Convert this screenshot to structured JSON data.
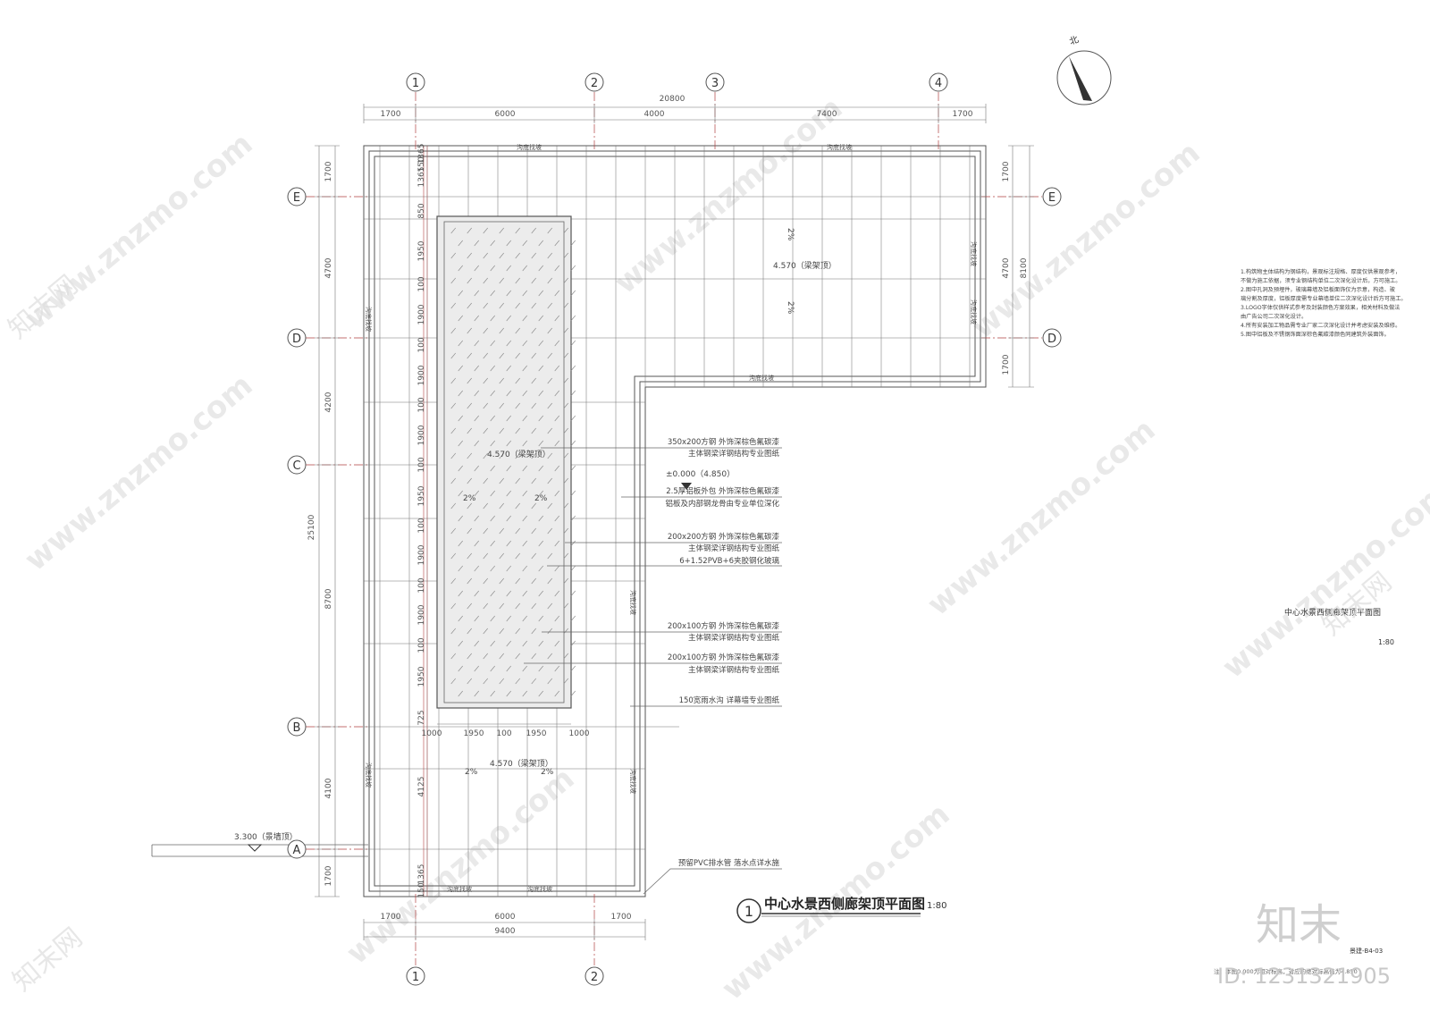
{
  "drawing": {
    "title": "中心水景西侧廊架顶平面图",
    "scale": "1:80",
    "number": "1",
    "sheet_title": "中心水景西侧廊架顶平面图",
    "sheet_scale": "1:80",
    "sheet_no": "景建-B4-03",
    "north": "北",
    "bottom_note": "注：本图0.000为相对标高，对应的绝对标高值为4.850"
  },
  "grid": {
    "top_columns": [
      "1",
      "2",
      "3",
      "4"
    ],
    "bottom_columns": [
      "1",
      "2"
    ],
    "rows": [
      "E",
      "D",
      "C",
      "B",
      "A"
    ]
  },
  "dimensions": {
    "top_total": "20800",
    "top_segments": [
      "1700",
      "6000",
      "4000",
      "7400",
      "1700"
    ],
    "bottom_total": "9400",
    "bottom_segments": [
      "1700",
      "6000",
      "1700"
    ],
    "left_total": "25100",
    "left_segments": [
      "1700",
      "4700",
      "4200",
      "8700",
      "4100",
      "1700"
    ],
    "right_total": "8100",
    "right_segments": [
      "1700",
      "4700",
      "1700"
    ],
    "inner_vertical": [
      "1365",
      "150",
      "1365",
      "850",
      "1950",
      "100",
      "1900",
      "100",
      "1900",
      "100",
      "1900",
      "100",
      "1950",
      "100",
      "1900",
      "100",
      "1900",
      "100",
      "1950",
      "725",
      "4125",
      "1365",
      "150"
    ],
    "inner_horizontal": [
      "1000",
      "1950",
      "100",
      "1950",
      "1000"
    ]
  },
  "levels": {
    "roof_upper": "4.570（梁架顶）",
    "roof_glass": "4.570（梁架顶）",
    "roof_lower": "4.570（梁架顶）",
    "ground": "±0.000（4.850）",
    "left": "3.300（景墙顶）"
  },
  "slopes": [
    "2%",
    "2%",
    "2%",
    "2%",
    "2%",
    "2%"
  ],
  "gutter_label": "沟底找坡",
  "callouts": [
    {
      "line1": "350x200方钢  外饰深棕色氟碳漆",
      "line2": "主体钢梁详钢结构专业图纸"
    },
    {
      "line1": "2.5厚铝板外包  外饰深棕色氟碳漆",
      "line2": "铝板及内部钢龙骨由专业单位深化"
    },
    {
      "line1": "200x200方钢  外饰深棕色氟碳漆",
      "line2": "主体钢梁详钢结构专业图纸"
    },
    {
      "line1": "6+1.52PVB+6夹胶钢化玻璃",
      "line2": ""
    },
    {
      "line1": "200x100方钢  外饰深棕色氟碳漆",
      "line2": "主体钢梁详钢结构专业图纸"
    },
    {
      "line1": "200x100方钢  外饰深棕色氟碳漆",
      "line2": "主体钢梁详钢结构专业图纸"
    },
    {
      "line1": "150宽雨水沟  详幕墙专业图纸",
      "line2": ""
    },
    {
      "line1": "预留PVC排水管  落水点详水施",
      "line2": ""
    }
  ],
  "notes": [
    "1.构筑物主体结构为钢结构，景观标注规格、厚度仅供景观参考，",
    "   不做为施工依据，须专业钢结构单位二次深化设计后，方可施工。",
    "2.图中孔洞及预埋件，玻璃幕墙及铝板面饰仅为示意，构造、玻",
    "   璃分割及厚度，铝板厚度需专业幕墙单位二次深化设计后方可施工。",
    "3.LOGO字体仅供样式参考及封装颜色方案效果，相关材料及做法",
    "   由广告公司二次深化设计。",
    "4.所有安装加工物品需专业厂家二次深化设计并考虑安装及维修。",
    "5.图中铝板及不锈钢饰面深棕色氟碳漆颜色同建筑外装面饰。"
  ],
  "watermark": {
    "site": "www.znzmo.com",
    "brand": "知末网",
    "logo": "知末",
    "id": "ID: 1231321905"
  },
  "colors": {
    "line": "#555555",
    "axis": "#b04040",
    "dim": "#777777",
    "text": "#333333",
    "glass": "#8a8a8a"
  }
}
